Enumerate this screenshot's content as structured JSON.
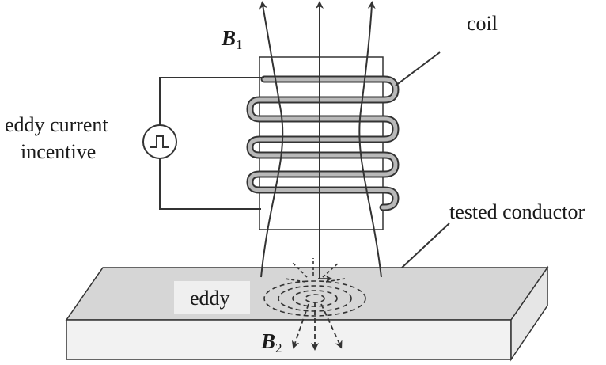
{
  "labels": {
    "coil": "coil",
    "eddy_current_incentive_line1": "eddy current",
    "eddy_current_incentive_line2": "incentive",
    "tested_conductor": "tested conductor",
    "eddy": "eddy"
  },
  "symbols": {
    "b1_letter": "B",
    "b1_subscript": "1",
    "b2_letter": "B",
    "b2_subscript": "2"
  },
  "colors": {
    "line": "#333333",
    "conductor_top": "#d6d6d6",
    "conductor_side": "#f2f2f2",
    "coil_wire": "#b9b9b9",
    "label_box": "#efefef"
  },
  "icons": {
    "source": "pulse-source-icon"
  }
}
